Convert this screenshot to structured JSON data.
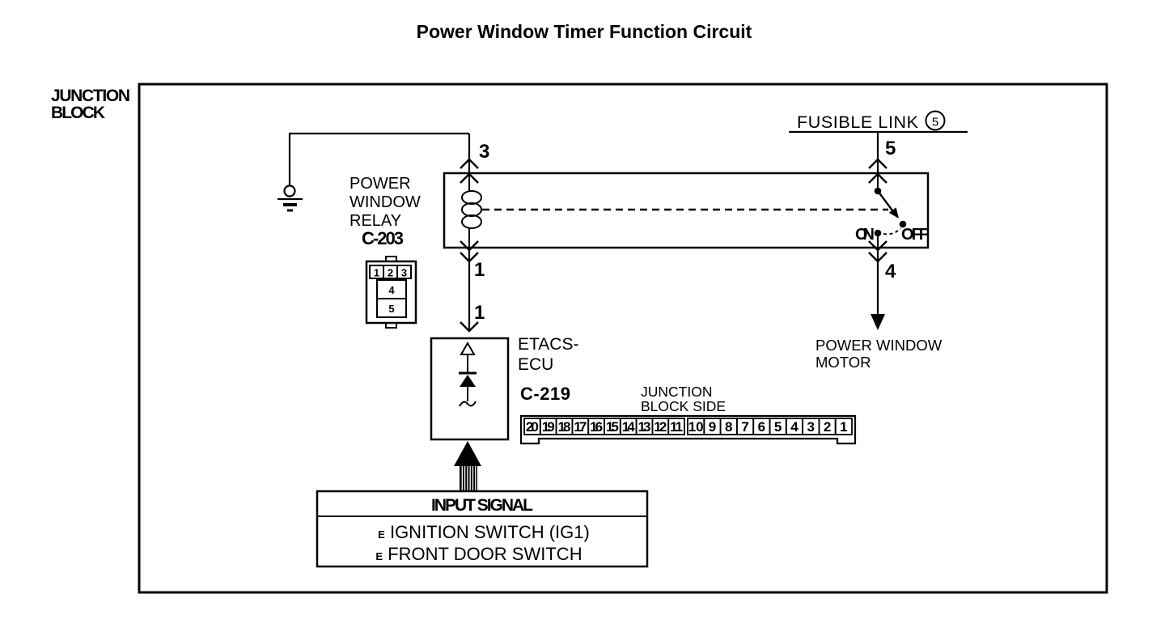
{
  "title": "Power Window Timer Function Circuit",
  "junction_block_label": {
    "line1": "JUNCTION",
    "line2": "BLOCK"
  },
  "fusible_link": {
    "label": "FUSIBLE LINK",
    "circle_number": "5"
  },
  "terminals": {
    "fusible_to_relay": "5",
    "relay_coil_top": "3",
    "relay_coil_bottom": "1",
    "etacs_input": "1",
    "motor_output": "4"
  },
  "relay": {
    "name": [
      "POWER",
      "WINDOW",
      "RELAY"
    ],
    "connector_code": "C-203",
    "switch_on": "ON",
    "switch_off": "OFF",
    "pins": [
      "1",
      "2",
      "3",
      "4",
      "5"
    ]
  },
  "etacs": {
    "name": [
      "ETACS-",
      "ECU"
    ],
    "connector_code": "C-219"
  },
  "junction_block_side_label": {
    "line1": "JUNCTION",
    "line2": "BLOCK SIDE"
  },
  "connector_strip_pins": [
    "20",
    "19",
    "18",
    "17",
    "16",
    "15",
    "14",
    "13",
    "12",
    "11",
    "10",
    "9",
    "8",
    "7",
    "6",
    "5",
    "4",
    "3",
    "2",
    "1"
  ],
  "motor_label": {
    "line1": "POWER WINDOW",
    "line2": "MOTOR"
  },
  "input_signal": {
    "header": "INPUT SIGNAL",
    "items": [
      {
        "prefix": "E",
        "label": "IGNITION SWITCH (IG1)"
      },
      {
        "prefix": "E",
        "label": "FRONT DOOR SWITCH"
      }
    ]
  },
  "colors": {
    "ink": "#000000",
    "background": "#ffffff"
  }
}
